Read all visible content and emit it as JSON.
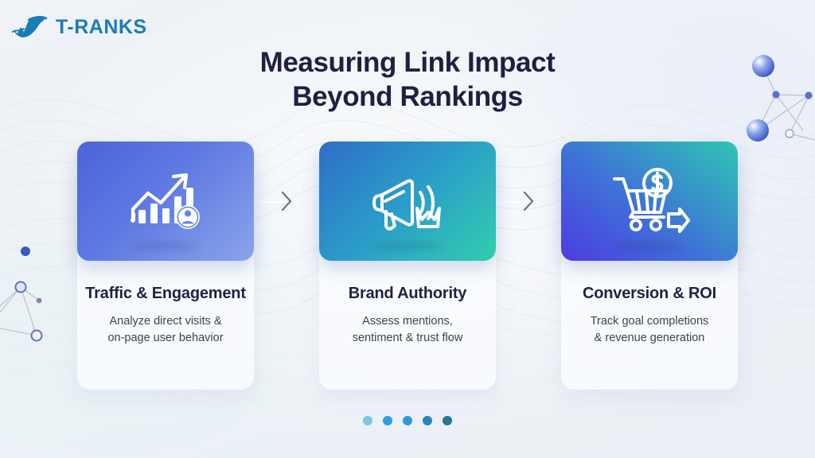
{
  "brand": {
    "logo_icon": "trending-arrow-mark-icon",
    "name": "T-RANKS",
    "color": "#1b7bb5"
  },
  "header": {
    "title_line1": "Measuring Link Impact",
    "title_line2": "Beyond Rankings",
    "title_color": "#1c2142"
  },
  "background": {
    "base_color": "#eef2f7",
    "wave_color": "#dfe7ef"
  },
  "cards": [
    {
      "id": "traffic-engagement",
      "title": "Traffic & Engagement",
      "description_line1": "Analyze direct visits &",
      "description_line2": "on-page user behavior",
      "icon": "bar-chart-growth-user-icon",
      "gradient_from": "#4a63da",
      "gradient_to": "#8ba4ea"
    },
    {
      "id": "brand-authority",
      "title": "Brand Authority",
      "description_line1": "Assess mentions,",
      "description_line2": "sentiment & trust flow",
      "icon": "megaphone-crown-icon",
      "gradient_from": "#2f6dc6",
      "gradient_to": "#31ceae"
    },
    {
      "id": "conversion-roi",
      "title": "Conversion & ROI",
      "description_line1": "Track goal completions",
      "description_line2": "& revenue generation",
      "icon": "shopping-cart-dollar-arrow-icon",
      "gradient_from": "#4d3be2",
      "gradient_to": "#2ec6b4"
    }
  ],
  "connectors": [
    {
      "icon": "chevron-right-icon",
      "color": "#6c7480"
    },
    {
      "icon": "chevron-right-icon",
      "color": "#6c7480"
    }
  ],
  "pagination": {
    "count": 5,
    "colors": [
      "#7cc4e4",
      "#2e9fd8",
      "#2e9bd0",
      "#2787b4",
      "#26798e"
    ]
  },
  "decorations": {
    "top_right_network": "node-network-graphic",
    "left_network": "node-network-graphic",
    "node_color": "#6f8fe0"
  }
}
